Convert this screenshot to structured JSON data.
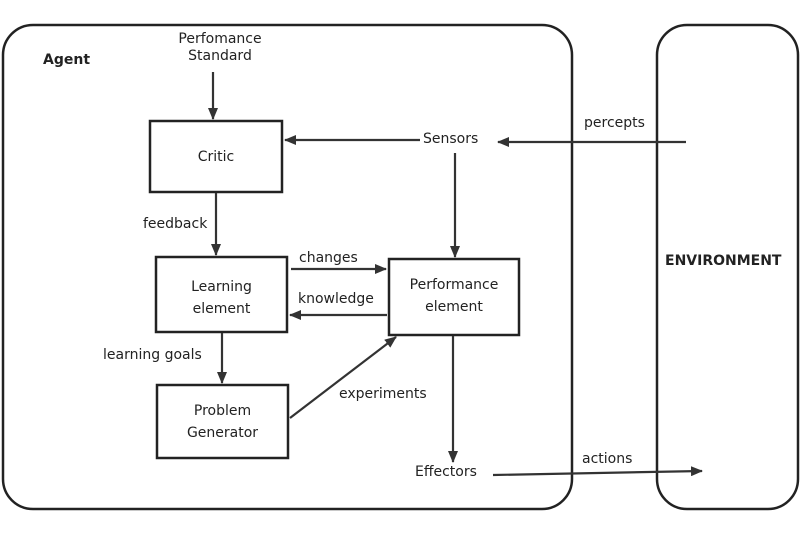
{
  "agent": {
    "label": "Agent"
  },
  "environment": {
    "label": "ENVIRONMENT"
  },
  "nodes": {
    "standard": {
      "line1": "Perfomance",
      "line2": "Standard"
    },
    "critic": {
      "label": "Critic"
    },
    "sensors": {
      "label": "Sensors"
    },
    "learning": {
      "line1": "Learning",
      "line2": "element"
    },
    "performance": {
      "line1": "Performance",
      "line2": "element"
    },
    "problem": {
      "line1": "Problem",
      "line2": "Generator"
    },
    "effectors": {
      "label": "Effectors"
    }
  },
  "edges": {
    "percepts": "percepts",
    "feedback": "feedback",
    "changes": "changes",
    "knowledge": "knowledge",
    "learning_goals": "learning goals",
    "experiments": "experiments",
    "actions": "actions"
  }
}
